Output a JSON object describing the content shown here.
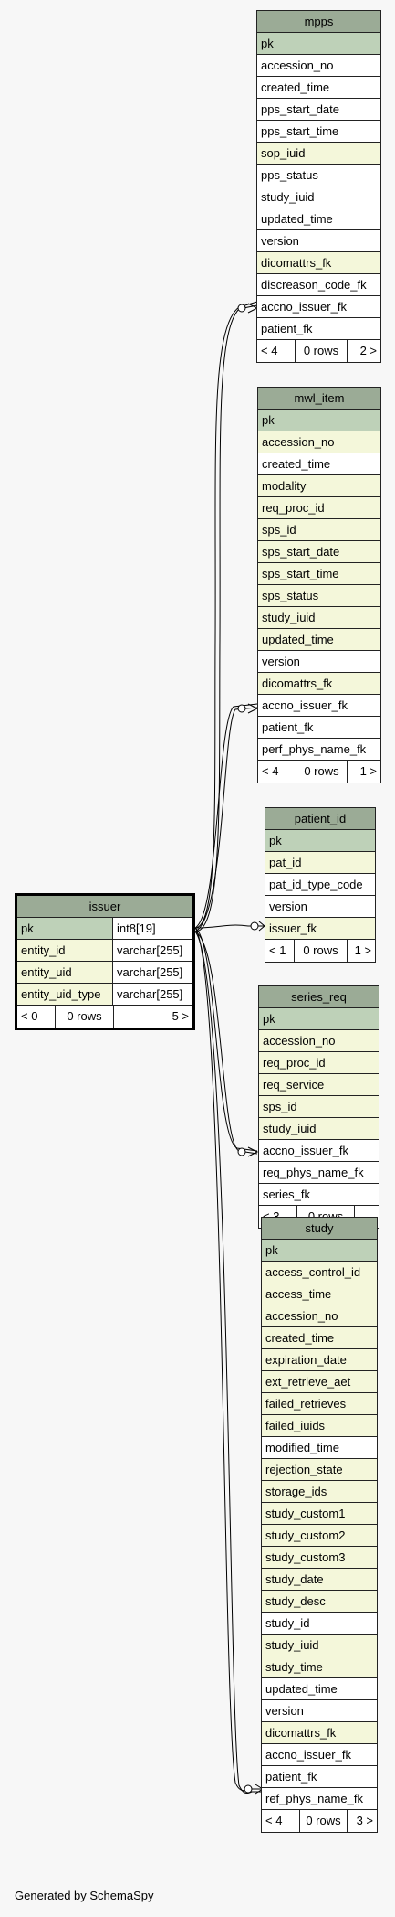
{
  "diagram": {
    "generated_by": "Generated by SchemaSpy",
    "issuer": {
      "title": "issuer",
      "columns": [
        {
          "name": "pk",
          "type": "int8[19]"
        },
        {
          "name": "entity_id",
          "type": "varchar[255]"
        },
        {
          "name": "entity_uid",
          "type": "varchar[255]"
        },
        {
          "name": "entity_uid_type",
          "type": "varchar[255]"
        }
      ],
      "footer": {
        "left": "< 0",
        "mid": "0 rows",
        "right": "5 >"
      }
    },
    "mpps": {
      "title": "mpps",
      "columns": [
        "pk",
        "accession_no",
        "created_time",
        "pps_start_date",
        "pps_start_time",
        "sop_iuid",
        "pps_status",
        "study_iuid",
        "updated_time",
        "version",
        "dicomattrs_fk",
        "discreason_code_fk",
        "accno_issuer_fk",
        "patient_fk"
      ],
      "footer": {
        "left": "< 4",
        "mid": "0 rows",
        "right": "2 >"
      }
    },
    "mwl_item": {
      "title": "mwl_item",
      "columns": [
        "pk",
        "accession_no",
        "created_time",
        "modality",
        "req_proc_id",
        "sps_id",
        "sps_start_date",
        "sps_start_time",
        "sps_status",
        "study_iuid",
        "updated_time",
        "version",
        "dicomattrs_fk",
        "accno_issuer_fk",
        "patient_fk",
        "perf_phys_name_fk"
      ],
      "footer": {
        "left": "< 4",
        "mid": "0 rows",
        "right": "1 >"
      }
    },
    "patient_id": {
      "title": "patient_id",
      "columns": [
        "pk",
        "pat_id",
        "pat_id_type_code",
        "version",
        "issuer_fk"
      ],
      "footer": {
        "left": "< 1",
        "mid": "0 rows",
        "right": "1 >"
      }
    },
    "series_req": {
      "title": "series_req",
      "columns": [
        "pk",
        "accession_no",
        "req_proc_id",
        "req_service",
        "sps_id",
        "study_iuid",
        "accno_issuer_fk",
        "req_phys_name_fk",
        "series_fk"
      ],
      "footer": {
        "left": "< 3",
        "mid": "0 rows",
        "right": ""
      }
    },
    "study": {
      "title": "study",
      "columns": [
        "pk",
        "access_control_id",
        "access_time",
        "accession_no",
        "created_time",
        "expiration_date",
        "ext_retrieve_aet",
        "failed_retrieves",
        "failed_iuids",
        "modified_time",
        "rejection_state",
        "storage_ids",
        "study_custom1",
        "study_custom2",
        "study_custom3",
        "study_date",
        "study_desc",
        "study_id",
        "study_iuid",
        "study_time",
        "updated_time",
        "version",
        "dicomattrs_fk",
        "accno_issuer_fk",
        "patient_fk",
        "ref_phys_name_fk"
      ],
      "footer": {
        "left": "< 4",
        "mid": "0 rows",
        "right": "3 >"
      }
    }
  }
}
